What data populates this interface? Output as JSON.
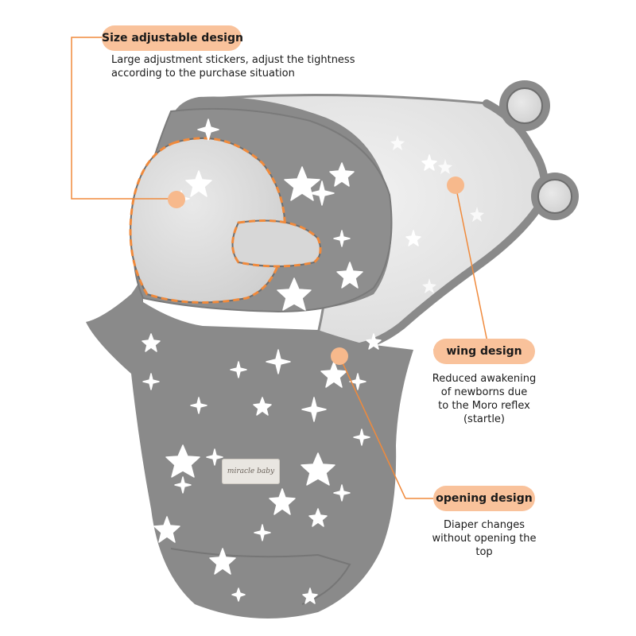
{
  "callouts": [
    {
      "id": "size",
      "label": "Size adjustable design",
      "lines": [
        "Large adjustment stickers, adjust the tightness",
        "according to the purchase situation"
      ]
    },
    {
      "id": "wing",
      "label": "wing design",
      "lines": [
        "Reduced awakening",
        "of newborns due",
        "to the Moro reflex",
        "(startle)"
      ]
    },
    {
      "id": "opening",
      "label": "opening design",
      "lines": [
        "Diaper changes",
        "without opening the",
        "top"
      ]
    }
  ],
  "product": {
    "brand_tag": "miracle baby",
    "icons": [
      "star-pattern",
      "hook-and-loop-patch"
    ]
  },
  "colors": {
    "accent": "#f9c29b",
    "accent_line": "#f08a3c",
    "fabric_gray": "#8a8a8a",
    "lining": "#e6e6e6"
  }
}
